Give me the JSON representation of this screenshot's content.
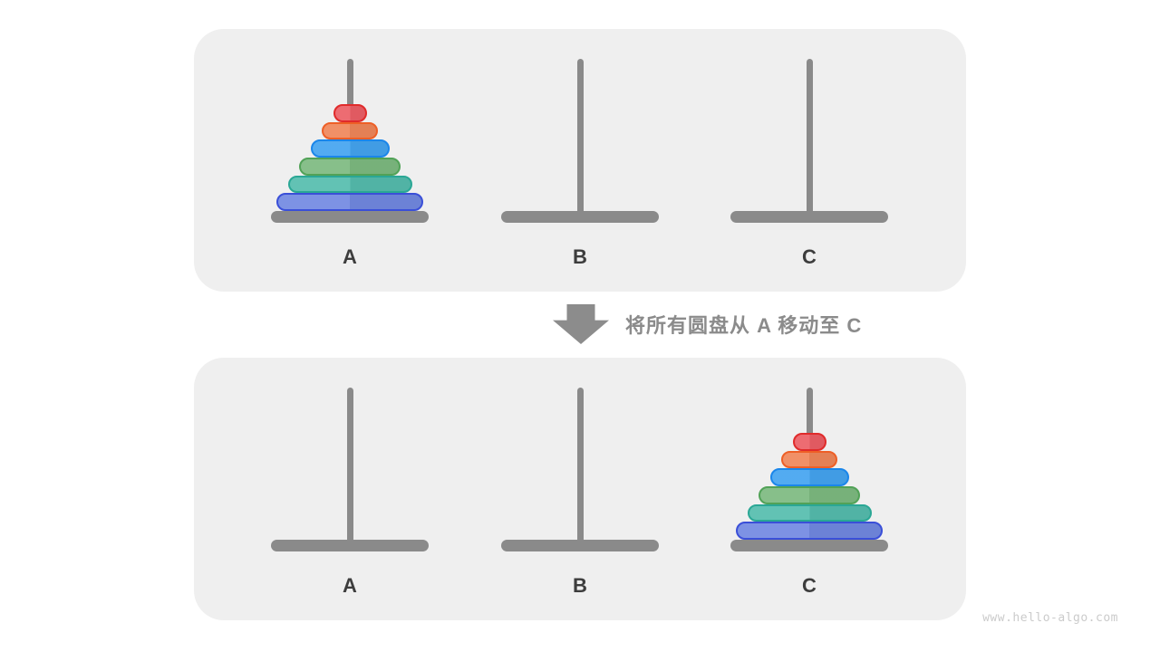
{
  "title": "Tower of Hanoi diagram",
  "caption": {
    "text": "将所有圆盘从 A 移动至 C"
  },
  "watermark": "www.hello-algo.com",
  "colors": {
    "page_bg": "#ffffff",
    "panel_bg": "#efefef",
    "wood": "#8a8a8a",
    "arrow": "#8c8c8c",
    "caption_text": "#8b8b8b",
    "label_text": "#3d3d3d",
    "watermark_text": "#cbcbcb"
  },
  "disk_styles": {
    "red": {
      "fill": "#ec5f66",
      "stroke": "#e02b2b",
      "width": 37
    },
    "orange": {
      "fill": "#f0875a",
      "stroke": "#ee5f26",
      "width": 62
    },
    "blue": {
      "fill": "#44a4f0",
      "stroke": "#1a86ea",
      "width": 87
    },
    "green": {
      "fill": "#7dba80",
      "stroke": "#51a257",
      "width": 112
    },
    "teal": {
      "fill": "#55bdae",
      "stroke": "#2aa795",
      "width": 137
    },
    "purple": {
      "fill": "#7289e2",
      "stroke": "#3a4fd8",
      "width": 162
    }
  },
  "panels": [
    {
      "id": "before",
      "pegs": [
        {
          "label": "A",
          "disks": [
            "red",
            "orange",
            "blue",
            "green",
            "teal",
            "purple"
          ]
        },
        {
          "label": "B",
          "disks": []
        },
        {
          "label": "C",
          "disks": []
        }
      ]
    },
    {
      "id": "after",
      "pegs": [
        {
          "label": "A",
          "disks": []
        },
        {
          "label": "B",
          "disks": []
        },
        {
          "label": "C",
          "disks": [
            "red",
            "orange",
            "blue",
            "green",
            "teal",
            "purple"
          ]
        }
      ]
    }
  ]
}
